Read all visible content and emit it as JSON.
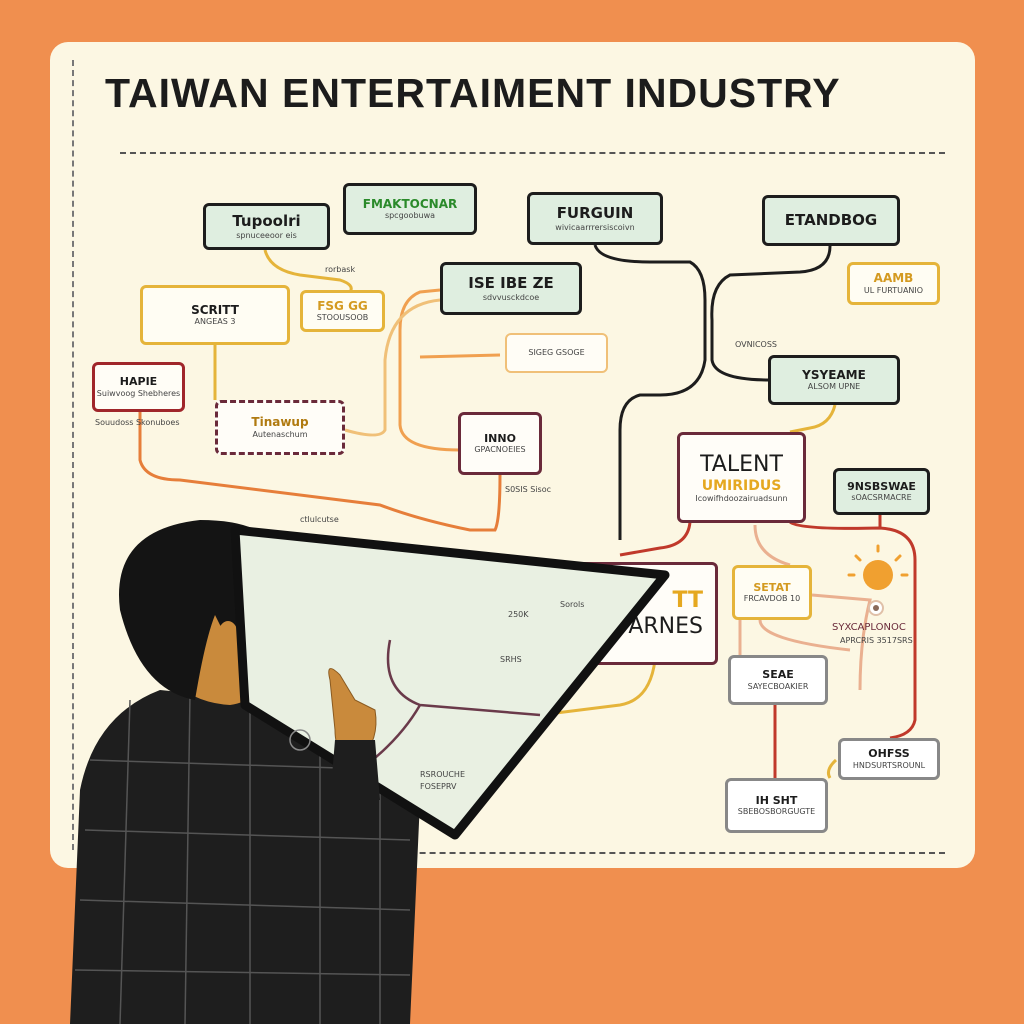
{
  "title": "TAIWAN ENTERTAIMENT INDUSTRY",
  "nodes": [
    {
      "title": "Tupoolri",
      "sub": "spnuceeoor eis"
    },
    {
      "title": "FMAKTOCNAR",
      "sub": "spcgoobuwa"
    },
    {
      "title": "FURGUIN",
      "sub": "wivicaarrrersiscoivn"
    },
    {
      "title": "ETANDBOG",
      "sub": ""
    },
    {
      "title": "AAMB",
      "sub": "UL FURTUANIO"
    },
    {
      "title": "ISE IBE ZE",
      "sub": "sdvvusckdcoe"
    },
    {
      "title": "SCRITT",
      "sub": "ANGEAS 3"
    },
    {
      "title": "FSG GG",
      "sub": "STOOUSOOB"
    },
    {
      "title": "SIGEG GSOGE",
      "sub": ""
    },
    {
      "title": "HAPIE",
      "sub": "Suiwvoog Shebheres"
    },
    {
      "title": "Tinawup",
      "sub": "Autenaschum"
    },
    {
      "title": "INNO",
      "sub": "GPACNOEIES"
    },
    {
      "title": "YSYEAME",
      "sub": "ALSOM UPNE"
    },
    {
      "title": "TALENT",
      "accent": "UMIRIDUS",
      "sub": "Icowifhdoozairuadsunn"
    },
    {
      "title": "9NSBSWAE",
      "sub": "sOACSRMACRE"
    },
    {
      "title": "SETAT",
      "sub": "FRCAVDOB 10"
    },
    {
      "title": "TT",
      "sub": "ARNES"
    },
    {
      "title": "SEAE",
      "sub": "SAYECBOAKIER"
    },
    {
      "title": "OHFSS",
      "sub": "HNDSURTSROUNL"
    },
    {
      "title": "IH SHT",
      "sub": "SBEBOSBORGUGTE"
    }
  ],
  "notes": [
    "SYXCAPLONOC",
    "APRCRIS 3517SRS",
    "rorbask",
    "Souudoss Skonuboes",
    "OVNICOSS",
    "ctlulcutse",
    "S0SIS Sisoc"
  ],
  "map_notes": [
    "250K",
    "Sorols",
    "SRHS",
    "RSROUCHE",
    "FOSEPRV"
  ],
  "colors": {
    "background": "#f08f4f",
    "board": "#fcf7e3",
    "gold": "#e5b43a",
    "red": "#c0392b",
    "maroon": "#6a2a3a"
  }
}
